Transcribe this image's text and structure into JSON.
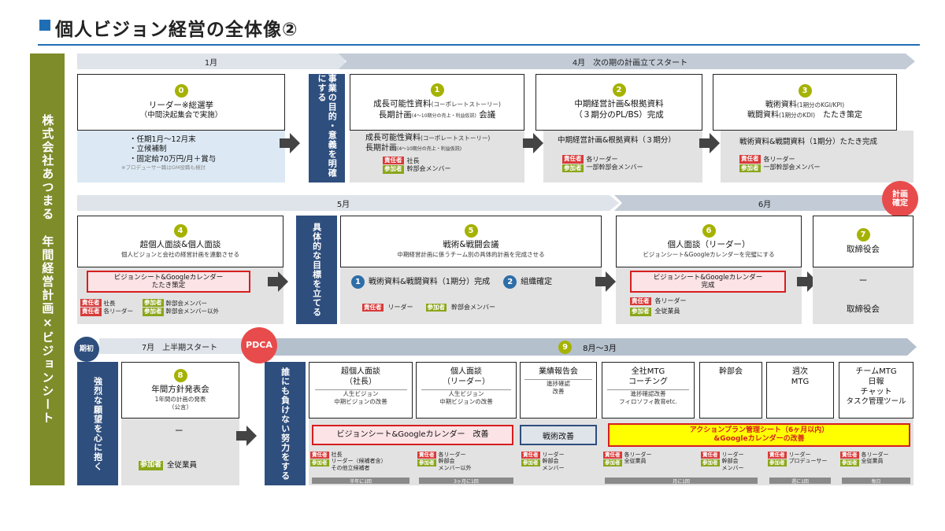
{
  "title": "個人ビジョン経営の全体像②",
  "sidebar": {
    "line1": "株式会社あつまる",
    "line2": "年間経営計画×ビジョンシート"
  },
  "row1": {
    "bar_left": "1月",
    "bar_right": "4月　次の期の計画立てスタート",
    "tag": "事業の目的・意義を明確にする",
    "c0": {
      "num": "0",
      "title1": "リーダー※総選挙",
      "title2": "（中間決起集会で実施）",
      "bullets": [
        "・任期1月～12月末",
        "・立候補制",
        "・固定給70万円/月＋賞与"
      ],
      "note": "※プロデューサー職はGM役職も検討"
    },
    "c1": {
      "num": "1",
      "title1": "成長可能性資料",
      "title1s": "(コーポレートストーリー)",
      "title2": "長期計画",
      "title2s": "(4～10期分の売上・利益仮説)",
      "title2e": "会議",
      "body1": "成長可能性資料",
      "body1s": "(コーポレートストーリー)",
      "body2": "長期計画",
      "body2s": "(4～10期分の売上・利益仮説)",
      "resp": "社長",
      "part": "幹部会メンバー"
    },
    "c2": {
      "num": "2",
      "title1": "中期経営計画&根拠資料",
      "title2": "（３期分のPL/BS）完成",
      "body": "中期経営計画&根拠資料（３期分）",
      "resp": "各リーダー",
      "part": "一部幹部会メンバー"
    },
    "c3": {
      "num": "3",
      "title1": "戦術資料",
      "title1s": "(1期分のKGI/KPI)",
      "title2": "戦闘資料",
      "title2s": "(1期分のKDI)",
      "title2e": "たたき策定",
      "body": "戦術資料&戦闘資料（1期分）たたき完成",
      "resp": "各リーダー",
      "part": "一部幹部会メンバー"
    }
  },
  "row2": {
    "bar_left": "5月",
    "bar_right": "6月",
    "tag": "具体的な目標を立てる",
    "plan_badge": "計画\n確定",
    "c4": {
      "num": "4",
      "title1": "超個人面談&個人面談",
      "title2": "個人ビジョンと会社の経営計画を連動させる",
      "redbox": "ビジョンシート&Googleカレンダー\nたたき策定",
      "r1": "社長",
      "r2": "各リーダー",
      "p1": "幹部会メンバー",
      "p2": "幹部会メンバー以外"
    },
    "c5": {
      "num": "5",
      "title1": "戦術&戦闘会議",
      "title2": "中期経営計画に係うチーム別の具体的計画を完成させる",
      "s1num": "1",
      "s1": "戦術資料&戦闘資料（1期分）完成",
      "s2num": "2",
      "s2": "組織確定",
      "resp": "リーダー",
      "part": "幹部会メンバー"
    },
    "c6": {
      "num": "6",
      "title1": "個人面談（リーダー）",
      "title2": "ビジョンシート&Googleカレンダーを完璧にする",
      "redbox": "ビジョンシート&Googleカレンダー\n完成",
      "resp": "各リーダー",
      "part": "全従業員"
    },
    "c7": {
      "num": "7",
      "title1": "取締役会",
      "dash": "ー",
      "body": "取締役会"
    }
  },
  "row3": {
    "kisho": "期初",
    "bar_left": "7月　上半期スタート",
    "pdca": "PDCA",
    "bar_num": "9",
    "bar_right": "8月～3月",
    "tag8": "強烈な願望を心に抱く",
    "tag9": "誰にも負けない努力をする",
    "c8": {
      "num": "8",
      "title1": "年間方針発表会",
      "title2": "1年間の計画の発表",
      "title3": "（公言）",
      "dash": "ー",
      "part": "全従業員"
    },
    "cols": [
      {
        "t1": "超個人面談",
        "t2": "（社長）",
        "s1": "人生ビジョン",
        "s2": "中期ビジョンの改善",
        "r": "社長",
        "p": "リーダー（候補者含）",
        "p2": "その他立候補者",
        "freq": "半年に1回"
      },
      {
        "t1": "個人面談",
        "t2": "（リーダー）",
        "s1": "人生ビジョン",
        "s2": "中期ビジョンの改善",
        "r": "各リーダー",
        "p": "幹部会",
        "p2": "メンバー以外",
        "freq": "3ヶ月に1回"
      },
      {
        "t1": "業績報告会",
        "t2": "",
        "s1": "進捗確認",
        "s2": "改善",
        "r": "リーダー",
        "p": "幹部会",
        "p2": "メンバー",
        "freq": ""
      },
      {
        "t1": "全社MTG",
        "t2": "コーチング",
        "s1": "進捗確認改善",
        "s2": "フィロソフィ教育etc.",
        "r": "各リーダー",
        "p": "全従業員",
        "p2": "",
        "freq": "月に1回"
      },
      {
        "t1": "幹部会",
        "t2": "",
        "s1": "",
        "s2": "",
        "r": "リーダー",
        "p": "幹部会",
        "p2": "メンバー",
        "freq": ""
      },
      {
        "t1": "週次",
        "t2": "MTG",
        "s1": "",
        "s2": "",
        "r": "リーダー",
        "p": "プロデューサー",
        "p2": "",
        "freq": "週に1回"
      },
      {
        "t1": "チームMTG",
        "t2": "日報",
        "t3": "チャット",
        "t4": "タスク管理ツール",
        "s1": "",
        "s2": "",
        "r": "各リーダー",
        "p": "全従業員",
        "p2": "",
        "freq": "毎日"
      }
    ],
    "redbox": "ビジョンシート&Googleカレンダー　改善",
    "bluebox": "戦術改善",
    "yellowbox": "アクションプラン管理シート（6ヶ月以内）\n&Googleカレンダーの改善"
  },
  "badges": {
    "resp": "責任者",
    "part": "参加者"
  },
  "colors": {
    "accent": "#1f6eb5",
    "sidebar": "#7f8c2a",
    "tag": "#2e4e7e",
    "number": "#a5b200",
    "red": "#d61e1e",
    "yellow": "#ffff00"
  }
}
